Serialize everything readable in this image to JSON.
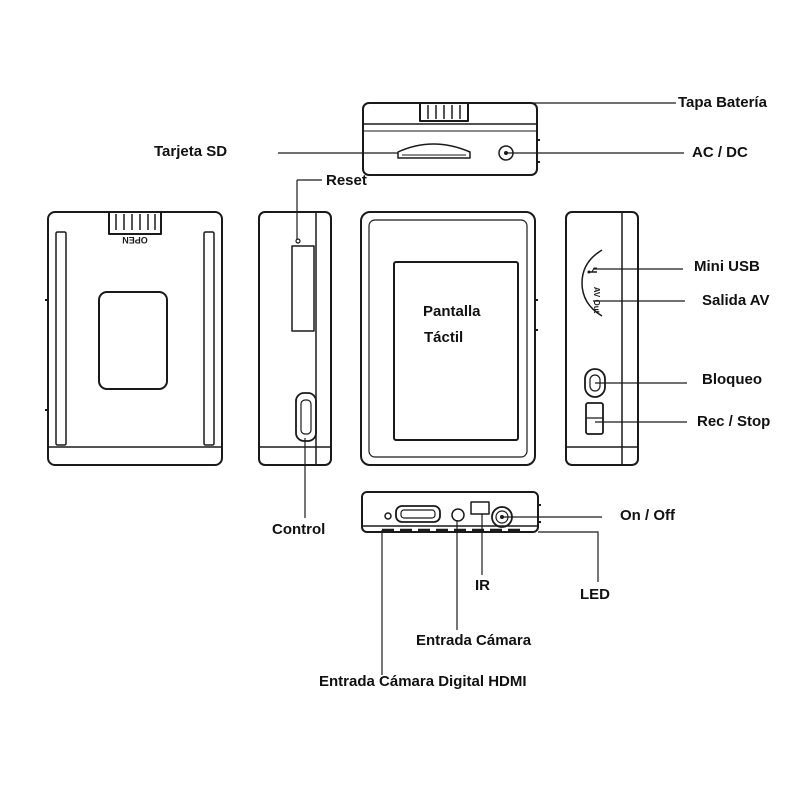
{
  "labels": {
    "tapa_bateria": "Tapa Batería",
    "tarjeta_sd": "Tarjeta SD",
    "ac_dc": "AC / DC",
    "reset": "Reset",
    "mini_usb": "Mini USB",
    "salida_av": "Salida AV",
    "pantalla_line1": "Pantalla",
    "pantalla_line2": "Táctil",
    "bloqueo": "Bloqueo",
    "rec_stop": "Rec / Stop",
    "control": "Control",
    "on_off": "On / Off",
    "ir": "IR",
    "led": "LED",
    "entrada_camara": "Entrada Cámara",
    "entrada_hdmi": "Entrada Cámara Digital HDMI"
  },
  "device_marks": {
    "open_text": "OPEN",
    "av_out_text": "AV Out"
  },
  "colors": {
    "line": "#1a1a1a",
    "text": "#111111",
    "background": "#ffffff"
  }
}
